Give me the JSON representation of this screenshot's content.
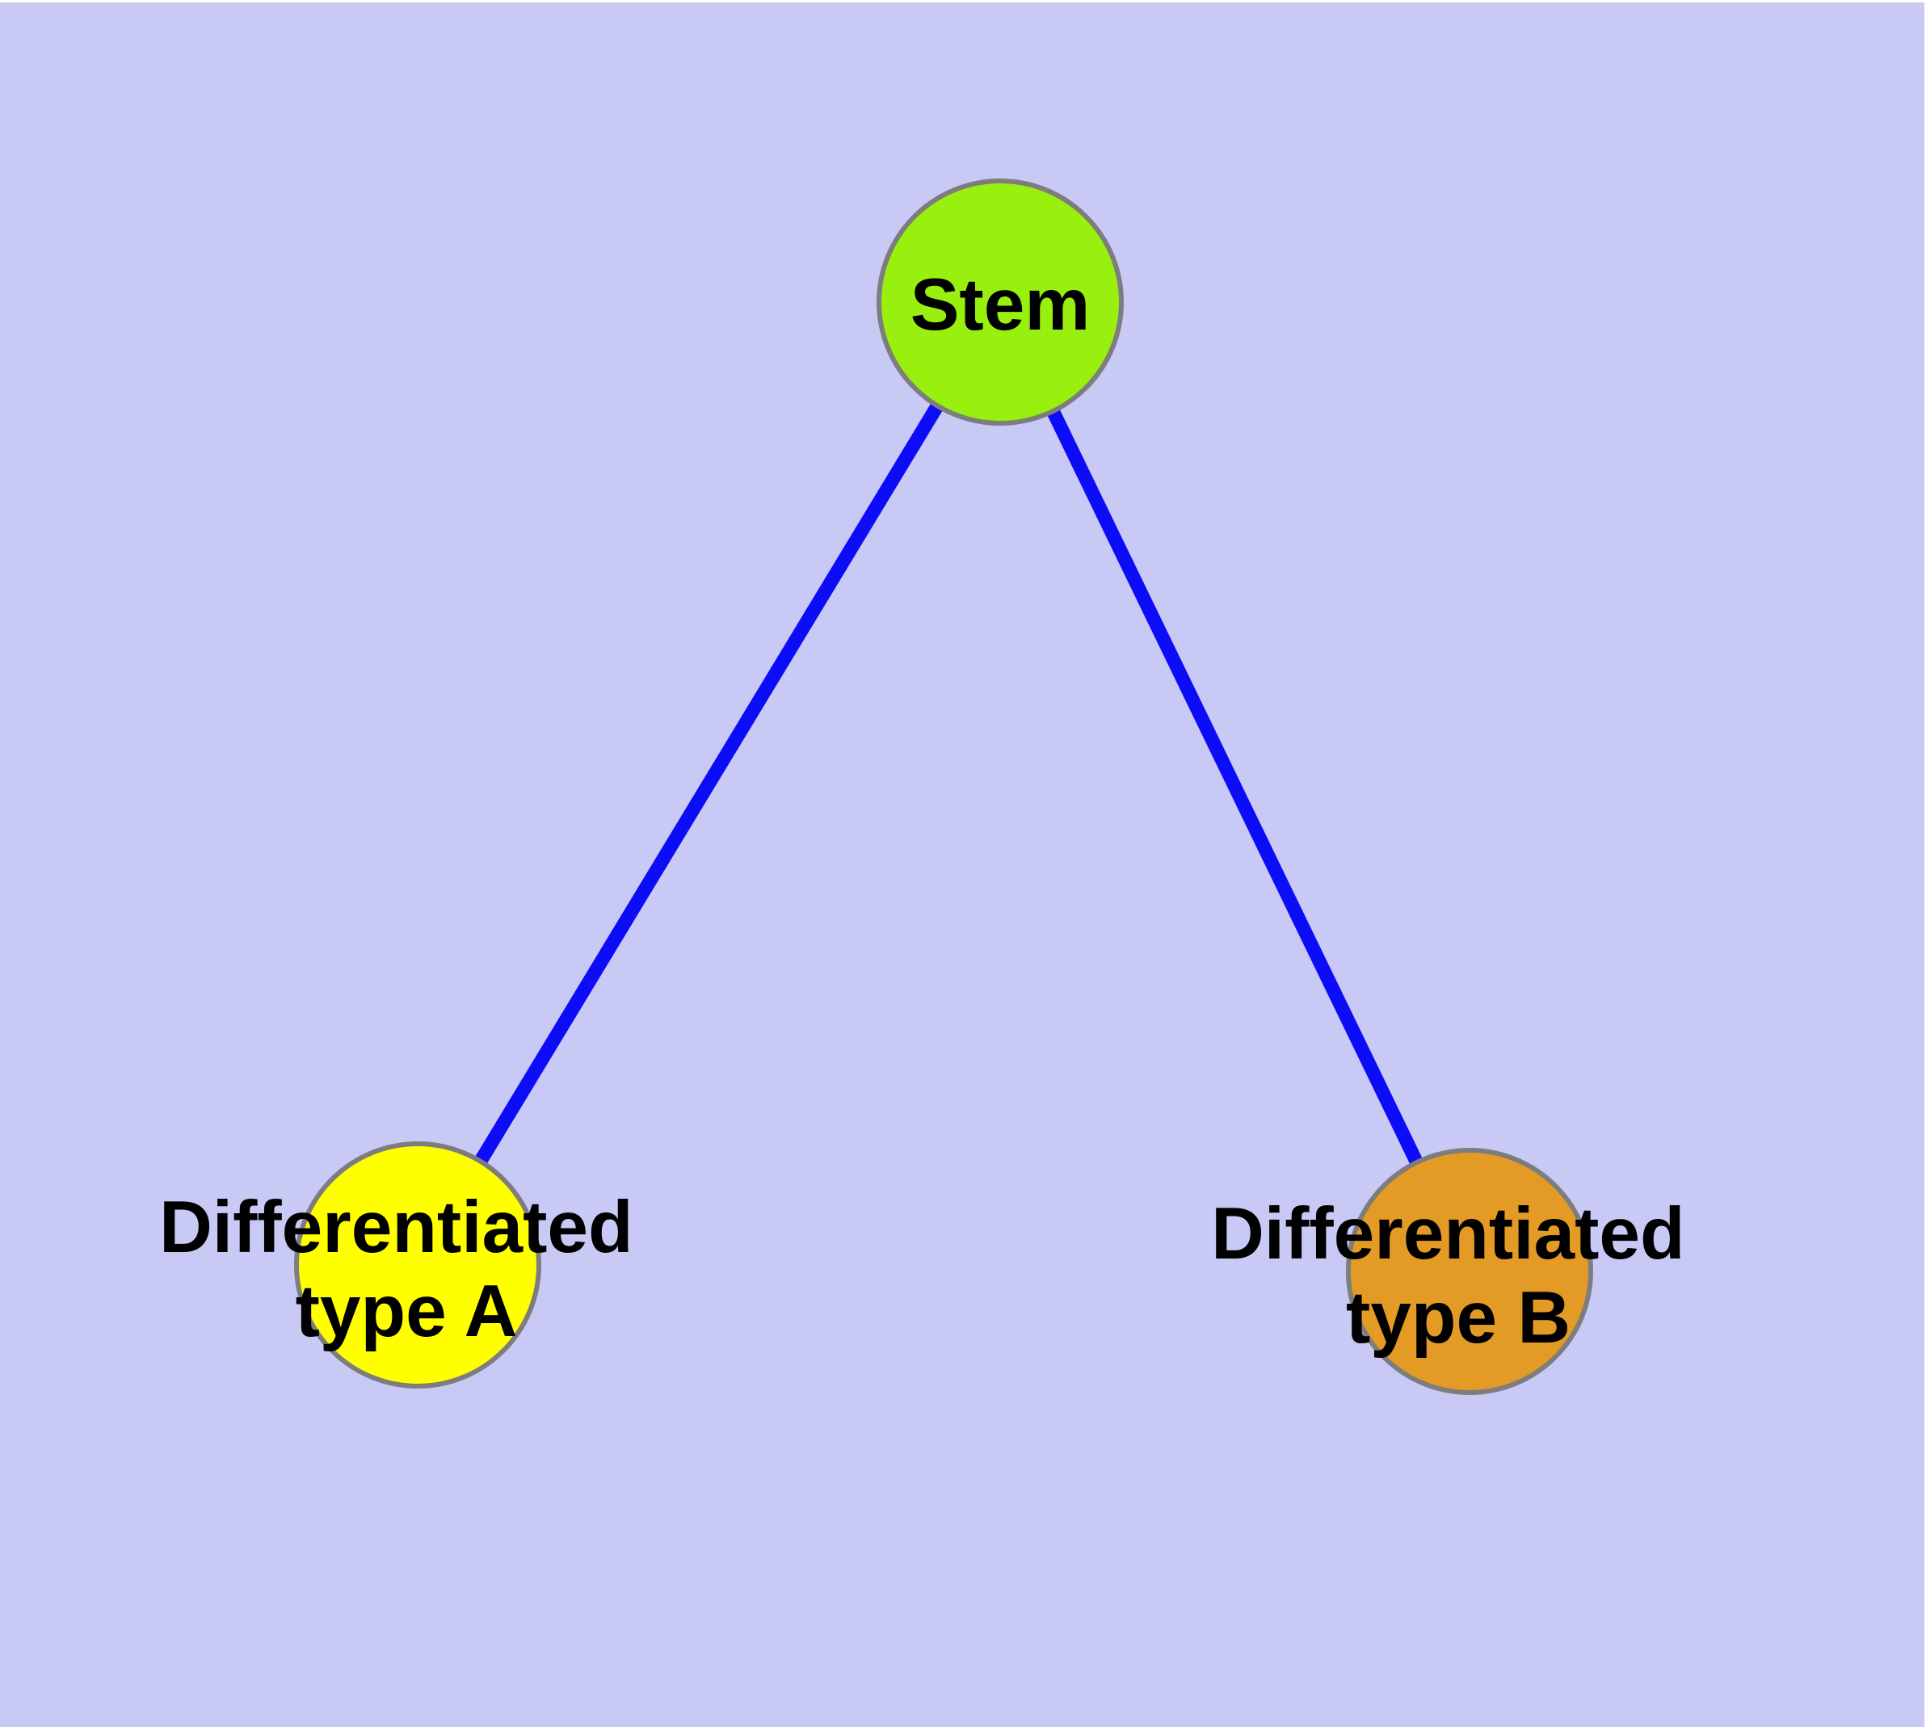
{
  "diagram": {
    "type": "node-link-graph",
    "background_color": "#C9C9F6",
    "node_border_color": "#7D7D7D",
    "edge_color": "#0C0CF7",
    "label_color": "#000000",
    "nodes": [
      {
        "id": "stem",
        "label": "Stem",
        "label_lines": [
          "Stem"
        ],
        "fill": "#99EF0E"
      },
      {
        "id": "differentiated-type-a",
        "label": "Differentiated type A",
        "label_lines": [
          "Differentiated",
          "type A"
        ],
        "fill": "#FFFF00"
      },
      {
        "id": "differentiated-type-b",
        "label": "Differentiated type B",
        "label_lines": [
          "Differentiated",
          "type B"
        ],
        "fill": "#E49B26"
      }
    ],
    "edges": [
      {
        "from": "stem",
        "to": "differentiated-type-a"
      },
      {
        "from": "stem",
        "to": "differentiated-type-b"
      }
    ]
  }
}
